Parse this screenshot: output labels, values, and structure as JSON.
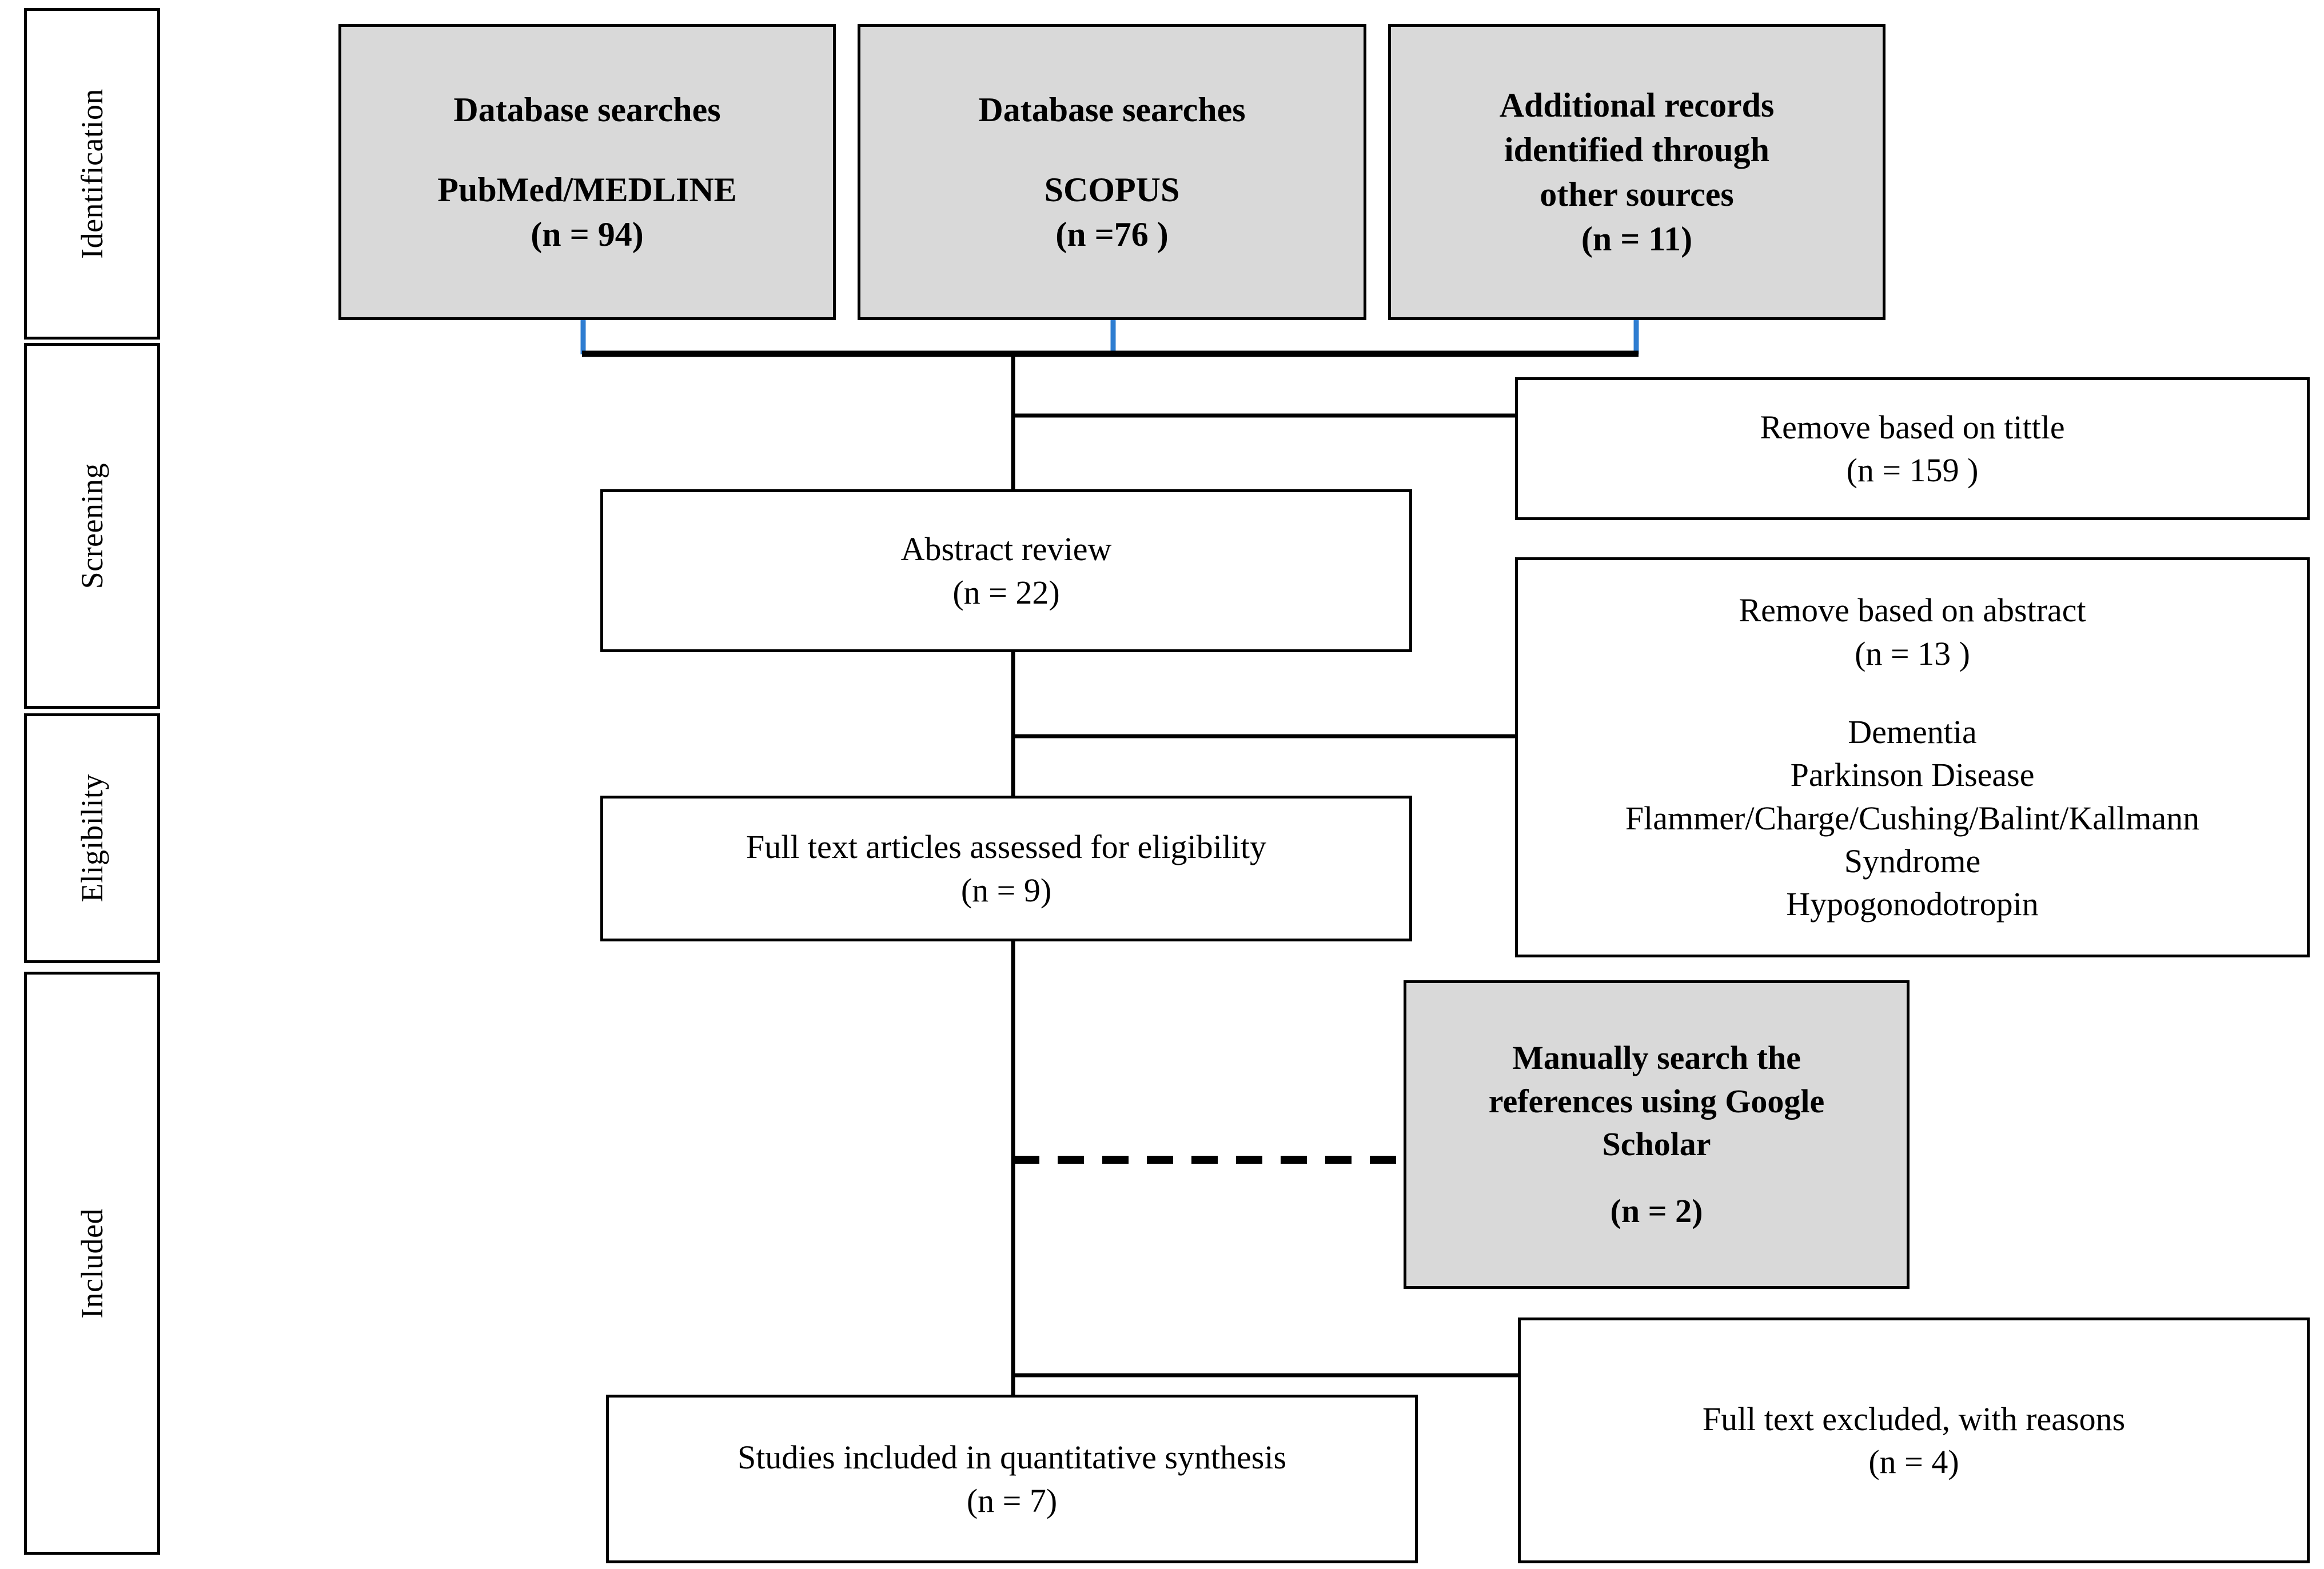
{
  "diagram": {
    "type": "prisma-flow-diagram",
    "colors": {
      "box_fill_gray": "#d9d9d9",
      "box_fill_white": "#ffffff",
      "border": "#000000",
      "connector_blue": "#2e7dd1",
      "connector_black": "#000000"
    }
  },
  "stage_labels": [
    {
      "id": "identification",
      "label": "Identification"
    },
    {
      "id": "screening",
      "label": "Screening"
    },
    {
      "id": "eligibility",
      "label": "Eligibility"
    },
    {
      "id": "included",
      "label": "Included"
    }
  ],
  "identification_boxes": [
    {
      "id": "pubmed",
      "filled": true,
      "bold": true,
      "lines": [
        "Database searches",
        "PubMed/MEDLINE",
        "(n = 94)"
      ],
      "source": "PubMed/MEDLINE",
      "n": 94
    },
    {
      "id": "scopus",
      "filled": true,
      "bold": true,
      "lines": [
        "Database searches",
        "SCOPUS",
        "(n =76 )"
      ],
      "source": "SCOPUS",
      "n": 76
    },
    {
      "id": "other-sources",
      "filled": true,
      "bold": true,
      "lines": [
        "Additional records",
        "identified through",
        "other sources",
        "(n = 11)"
      ],
      "source": "Other sources",
      "n": 11
    }
  ],
  "flow_boxes": {
    "remove_title": {
      "line1": "Remove based on tittle",
      "line2": "(n = 159 )",
      "n": 159
    },
    "abstract_review": {
      "line1": "Abstract review",
      "line2": "(n = 22)",
      "n": 22
    },
    "remove_abstract": {
      "line1": "Remove based on abstract",
      "line2": "(n = 13 )",
      "n": 13,
      "reasons": [
        "Dementia",
        "Parkinson Disease",
        "Flammer/Charge/Cushing/Balint/Kallmann",
        "Syndrome",
        "Hypogonodotropin"
      ]
    },
    "full_text_assessed": {
      "line1": "Full text articles assessed for eligibility",
      "line2": "(n = 9)",
      "n": 9
    },
    "manual_search": {
      "line1": "Manually search the",
      "line2": "references using Google",
      "line3": "Scholar",
      "line4": "(n = 2)",
      "n": 2,
      "filled": true,
      "bold": true
    },
    "full_text_excluded": {
      "line1": "Full text excluded, with reasons",
      "line2": "(n = 4)",
      "n": 4
    },
    "studies_included": {
      "line1": "Studies included in quantitative synthesis",
      "line2": "(n = 7)",
      "n": 7
    }
  },
  "connectors": [
    {
      "id": "pubmed-drop",
      "style": "solid",
      "color": "#2e7dd1"
    },
    {
      "id": "scopus-drop",
      "style": "solid",
      "color": "#2e7dd1"
    },
    {
      "id": "other-drop",
      "style": "solid",
      "color": "#2e7dd1"
    },
    {
      "id": "merge-bar",
      "style": "solid",
      "color": "#000000"
    },
    {
      "id": "main-trunk",
      "style": "solid",
      "color": "#000000"
    },
    {
      "id": "branch-title",
      "style": "solid",
      "color": "#000000"
    },
    {
      "id": "branch-abstract",
      "style": "solid",
      "color": "#000000"
    },
    {
      "id": "manual-search-link",
      "style": "dashed",
      "color": "#000000"
    },
    {
      "id": "branch-excluded",
      "style": "solid",
      "color": "#000000"
    }
  ]
}
